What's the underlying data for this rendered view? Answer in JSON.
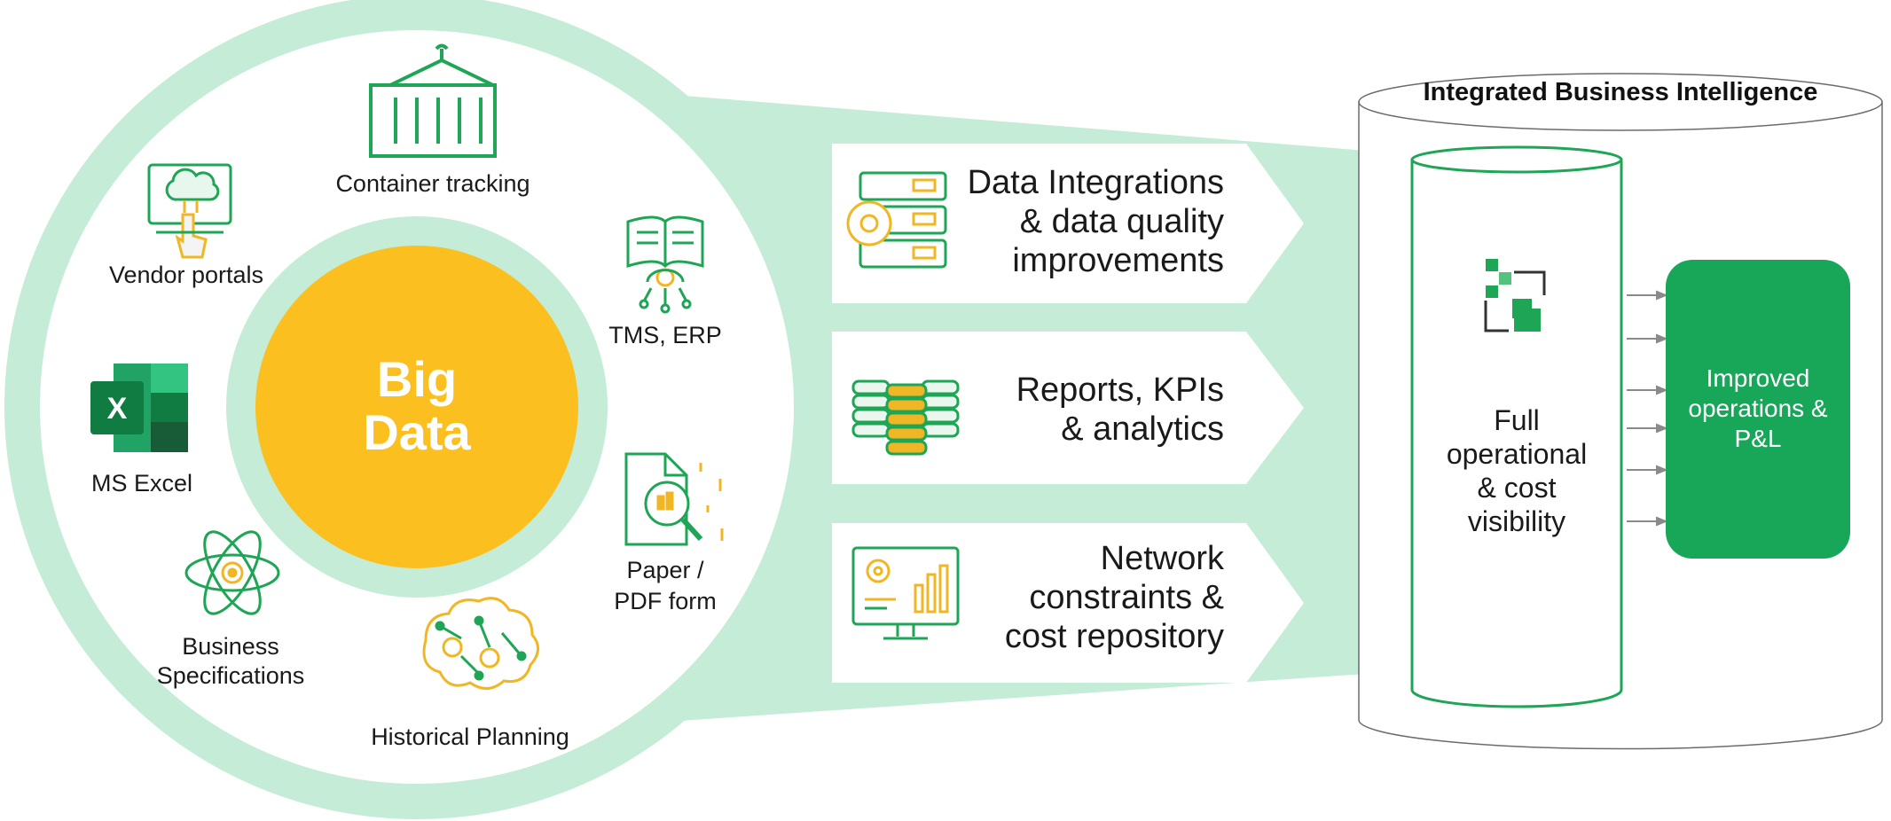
{
  "center": {
    "line1": "Big",
    "line2": "Data"
  },
  "sources": [
    {
      "label": "Container tracking",
      "icon": "shipping-container-icon"
    },
    {
      "label": "Vendor portals",
      "icon": "cloud-touch-icon"
    },
    {
      "label": "TMS, ERP",
      "icon": "book-network-icon"
    },
    {
      "label": "MS Excel",
      "icon": "excel-icon"
    },
    {
      "label": "Paper /",
      "label2": "PDF form",
      "icon": "document-search-icon"
    },
    {
      "label": "Business",
      "label2": "Specifications",
      "icon": "atom-icon"
    },
    {
      "label": "Historical Planning",
      "icon": "brain-network-icon"
    }
  ],
  "steps": [
    {
      "lines": [
        "Data Integrations",
        "& data quality",
        "improvements"
      ],
      "icon": "server-gear-icon"
    },
    {
      "lines": [
        "Reports, KPIs",
        "& analytics"
      ],
      "icon": "database-stack-icon"
    },
    {
      "lines": [
        "Network",
        "constraints &",
        "cost repository"
      ],
      "icon": "monitor-chart-icon"
    }
  ],
  "bi": {
    "title": "Integrated Business Intelligence",
    "inner_lines": [
      "Full",
      "operational",
      "& cost",
      "visibility"
    ],
    "outcome_lines": [
      "Improved",
      "operations &",
      "P&L"
    ]
  },
  "colors": {
    "mint": "#c4ecd6",
    "big_data": "#fbbf1f",
    "brand_green": "#1ea555",
    "outcome_green": "#18a659",
    "icon_gold": "#f1b624"
  }
}
